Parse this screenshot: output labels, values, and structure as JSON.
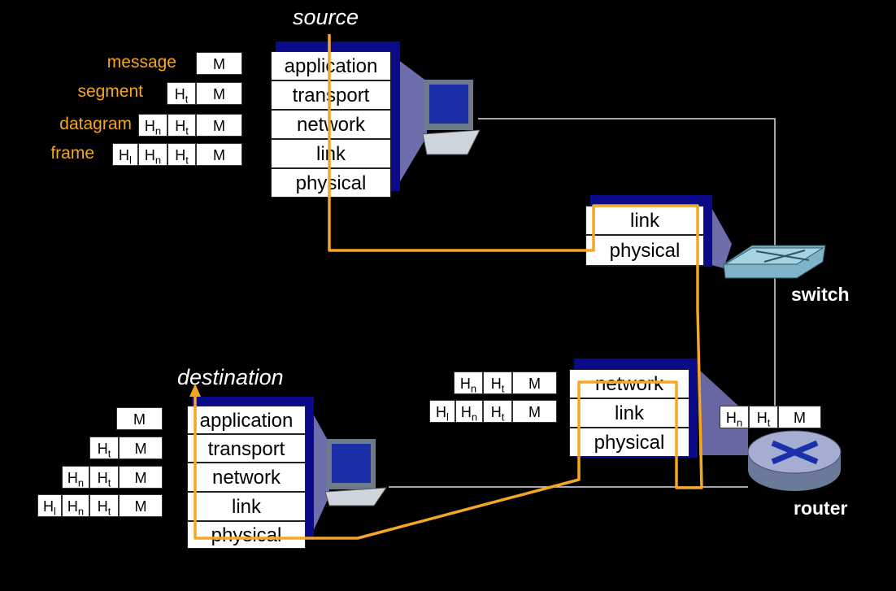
{
  "titles": {
    "source": "source",
    "destination": "destination"
  },
  "devices": {
    "switch": "switch",
    "router": "router"
  },
  "pdu_labels": {
    "message": "message",
    "segment": "segment",
    "datagram": "datagram",
    "frame": "frame"
  },
  "layers": {
    "source": [
      "application",
      "transport",
      "network",
      "link",
      "physical"
    ],
    "switch": [
      "link",
      "physical"
    ],
    "router": [
      "network",
      "link",
      "physical"
    ],
    "destination": [
      "application",
      "transport",
      "network",
      "link",
      "physical"
    ]
  },
  "headers": {
    "M": "M",
    "H": "H",
    "t": "t",
    "n": "n",
    "l": "l"
  },
  "colors": {
    "path": "#f5a623",
    "stack_shadow": "#0b0b8a",
    "labels": "#f5a623"
  },
  "icons": [
    "computer-icon",
    "switch-icon",
    "router-icon"
  ]
}
